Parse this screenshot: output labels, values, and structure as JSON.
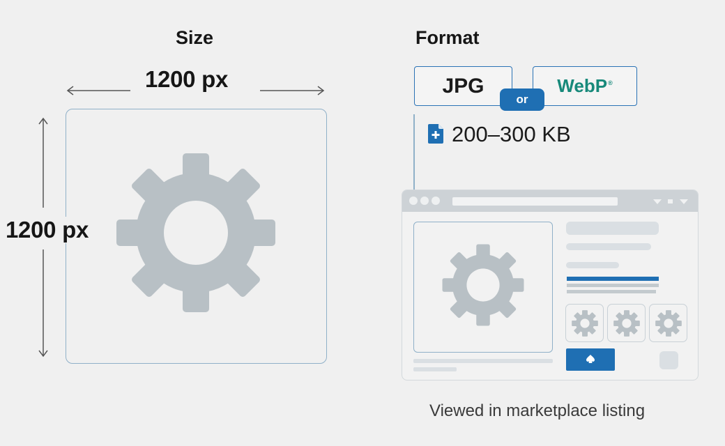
{
  "size_section": {
    "title": "Size",
    "width_label": "1200 px",
    "height_label": "1200 px",
    "icon": "gear-icon"
  },
  "format_section": {
    "title": "Format",
    "formats": [
      "JPG",
      "WebP"
    ],
    "webp_mark": "®",
    "separator": "or",
    "file_size": "200–300 KB",
    "file_icon": "file-icon"
  },
  "preview": {
    "caption": "Viewed in marketplace listing",
    "thumbnail_count": 3,
    "cta_icon": "spade-icon"
  },
  "colors": {
    "background": "#f0f0f0",
    "accent_blue": "#1f6fb3",
    "webp_teal": "#17897a",
    "gear_gray": "#b8c0c5",
    "frame_blue": "#8fb0c8"
  }
}
